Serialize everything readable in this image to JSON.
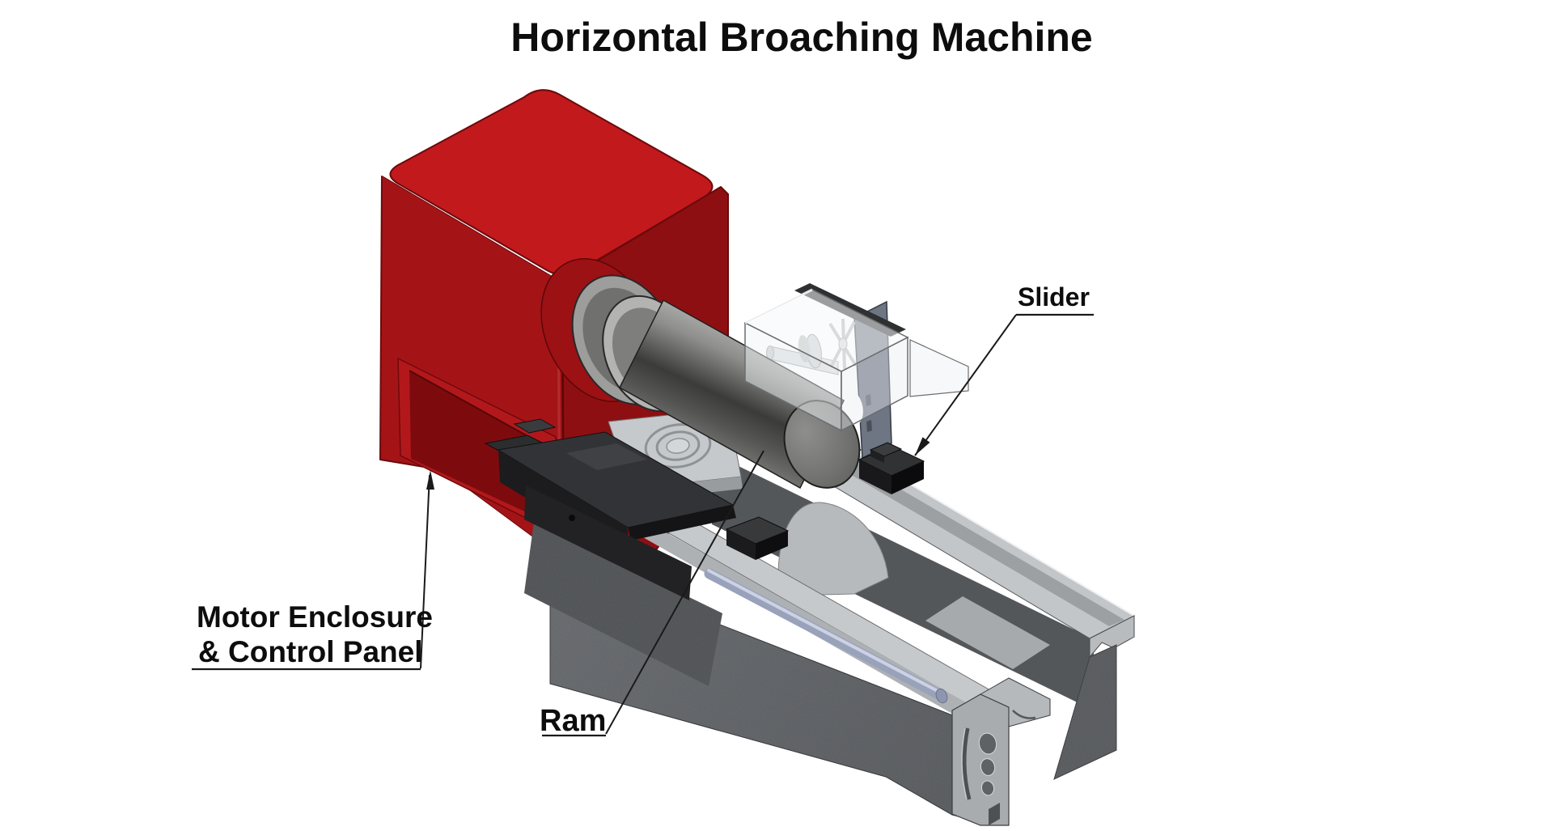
{
  "title": "Horizontal Broaching Machine",
  "labels": {
    "slider": {
      "text": "Slider",
      "target": "slider block on guide rail"
    },
    "motor": {
      "line1": "Motor Enclosure",
      "line2": "& Control Panel",
      "target": "red enclosure box"
    },
    "ram": {
      "text": "Ram",
      "target": "cylindrical ram"
    }
  },
  "colors": {
    "background": "#FFFFFF",
    "enclosure_top": "#C2191D",
    "enclosure_left": "#A41417",
    "enclosure_right": "#8E0F12",
    "enclosure_recess": "#7D0B0E",
    "metal_light": "#C3C6C9",
    "metal_mid": "#85888B",
    "metal_dark": "#54575A",
    "black_parts": "#1C1C1E",
    "slate_plate": "#6E7683",
    "rod": "#99A2BB",
    "annotation_line": "#1A1A1A",
    "text": "#111111"
  }
}
